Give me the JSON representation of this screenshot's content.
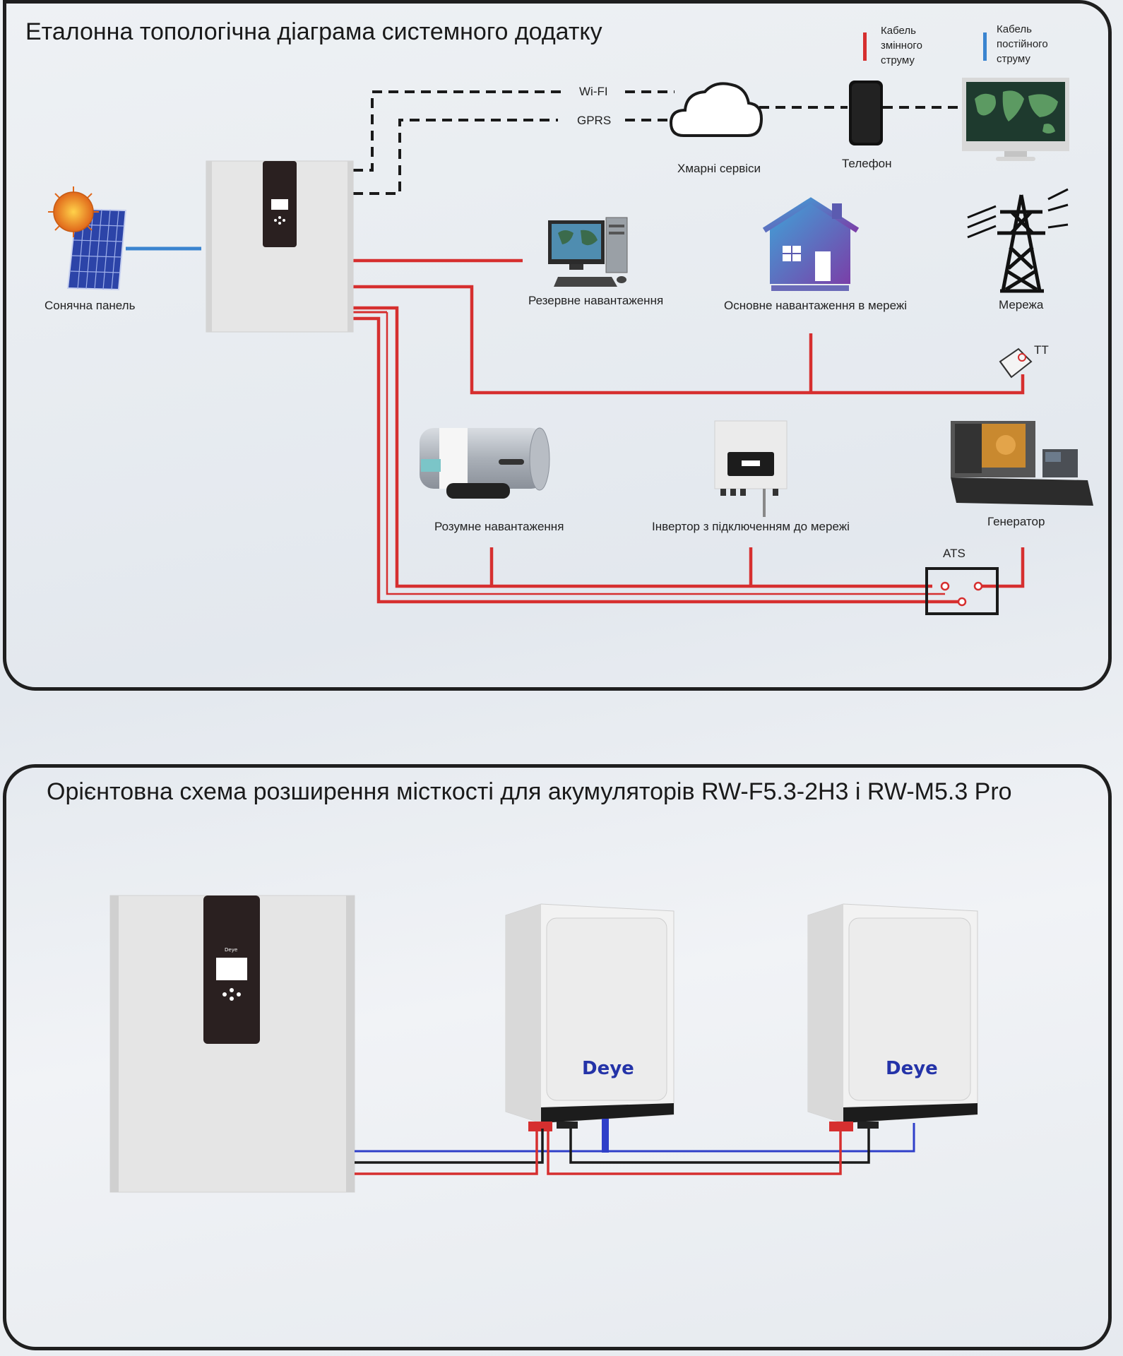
{
  "top": {
    "title": "Еталонна топологічна діаграма системного додатку",
    "legend": {
      "ac_line1": "Кабель",
      "ac_line2": "змінного",
      "ac_line3": "струму",
      "dc_line1": "Кабель",
      "dc_line2": "постійного",
      "dc_line3": "струму",
      "ac_color": "#d62f2f",
      "dc_color": "#3a84d0"
    },
    "links": {
      "wifi": "Wi-FI",
      "gprs": "GPRS"
    },
    "nodes": {
      "cloud": "Хмарні сервіси",
      "phone": "Телефон",
      "solar": "Сонячна панель",
      "backup": "Резервне навантаження",
      "main_load": "Основне навантаження в мережі",
      "grid": "Мережа",
      "ct": "TT",
      "smart_load": "Розумне навантаження",
      "grid_inverter": "Інвертор з підключенням до мережі",
      "generator": "Генератор",
      "ats": "ATS"
    }
  },
  "bottom": {
    "title": "Орієнтовна схема розширення місткості для акумуляторів RW-F5.3-2H3 і RW-M5.3 Pro",
    "battery_brand": "Deye",
    "inverter_brand": "Deye"
  },
  "colors": {
    "ac": "#d62f2f",
    "dc_positive": "#d62f2f",
    "dc_negative": "#1a1a1a",
    "comm": "#2f3fc9",
    "frame": "#1f1f1f"
  }
}
